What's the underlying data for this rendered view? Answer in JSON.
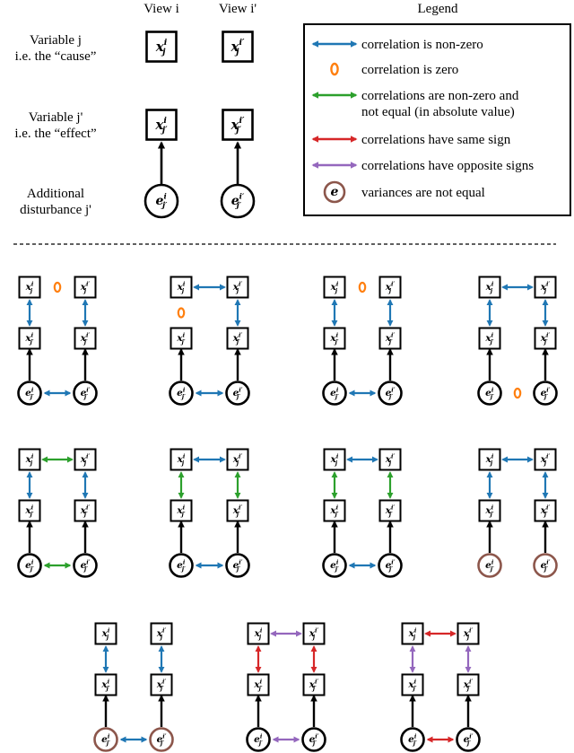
{
  "header": {
    "view_i": "View i",
    "view_i_prime": "View i'",
    "legend_title": "Legend"
  },
  "rows": [
    {
      "line1": "Variable j",
      "line2": "i.e. the “cause”"
    },
    {
      "line1": "Variable j'",
      "line2": "i.e. the “effect”"
    },
    {
      "line1": "Additional",
      "line2": "disturbance j'"
    }
  ],
  "legend_items": [
    {
      "type": "blue",
      "text": "correlation is non-zero"
    },
    {
      "type": "zero",
      "text": "correlation is zero"
    },
    {
      "type": "green",
      "text": "correlations are non-zero and",
      "text2": "not equal (in absolute value)"
    },
    {
      "type": "red",
      "text": "correlations have same sign"
    },
    {
      "type": "purple",
      "text": "correlations have opposite signs"
    },
    {
      "type": "brownnode",
      "text": "variances are not equal",
      "node_symbol": "e"
    }
  ],
  "symbols": {
    "x": "x",
    "e": "e",
    "sup_i": "i",
    "sup_ip": "i′",
    "sub_j": "j",
    "sub_jp": "j′"
  },
  "colors": {
    "blue": "#1f77b4",
    "orange": "#ff7f0e",
    "green": "#2ca02c",
    "red": "#d62728",
    "purple": "#9467bd",
    "brown": "#8c564b",
    "black": "#000000"
  },
  "scenarios": [
    {
      "top": "zero",
      "left": "blue",
      "right": "blue",
      "bottom": "blue",
      "brown": false
    },
    {
      "top": "blue",
      "left": "zero",
      "right": "blue",
      "bottom": "blue",
      "brown": false
    },
    {
      "top": "zero",
      "left": "blue",
      "right": "blue",
      "bottom": "blue",
      "brown": false
    },
    {
      "top": "blue",
      "left": "blue",
      "right": "blue",
      "bottom": "zero",
      "brown": false
    },
    {
      "top": "green",
      "left": "blue",
      "right": "blue",
      "bottom": "green",
      "brown": false
    },
    {
      "top": "blue",
      "left": "green",
      "right": "green",
      "bottom": "blue",
      "brown": false
    },
    {
      "top": "blue",
      "left": "green",
      "right": "green",
      "bottom": "blue",
      "brown": false
    },
    {
      "top": "blue",
      "left": "blue",
      "right": "blue",
      "bottom": "none",
      "brown": true
    },
    {
      "top": "none",
      "left": "blue",
      "right": "blue",
      "bottom": "blue",
      "brown": true
    },
    {
      "top": "purple",
      "left": "red",
      "right": "red",
      "bottom": "purple",
      "brown": false
    },
    {
      "top": "red",
      "left": "purple",
      "right": "purple",
      "bottom": "red",
      "brown": false
    }
  ]
}
